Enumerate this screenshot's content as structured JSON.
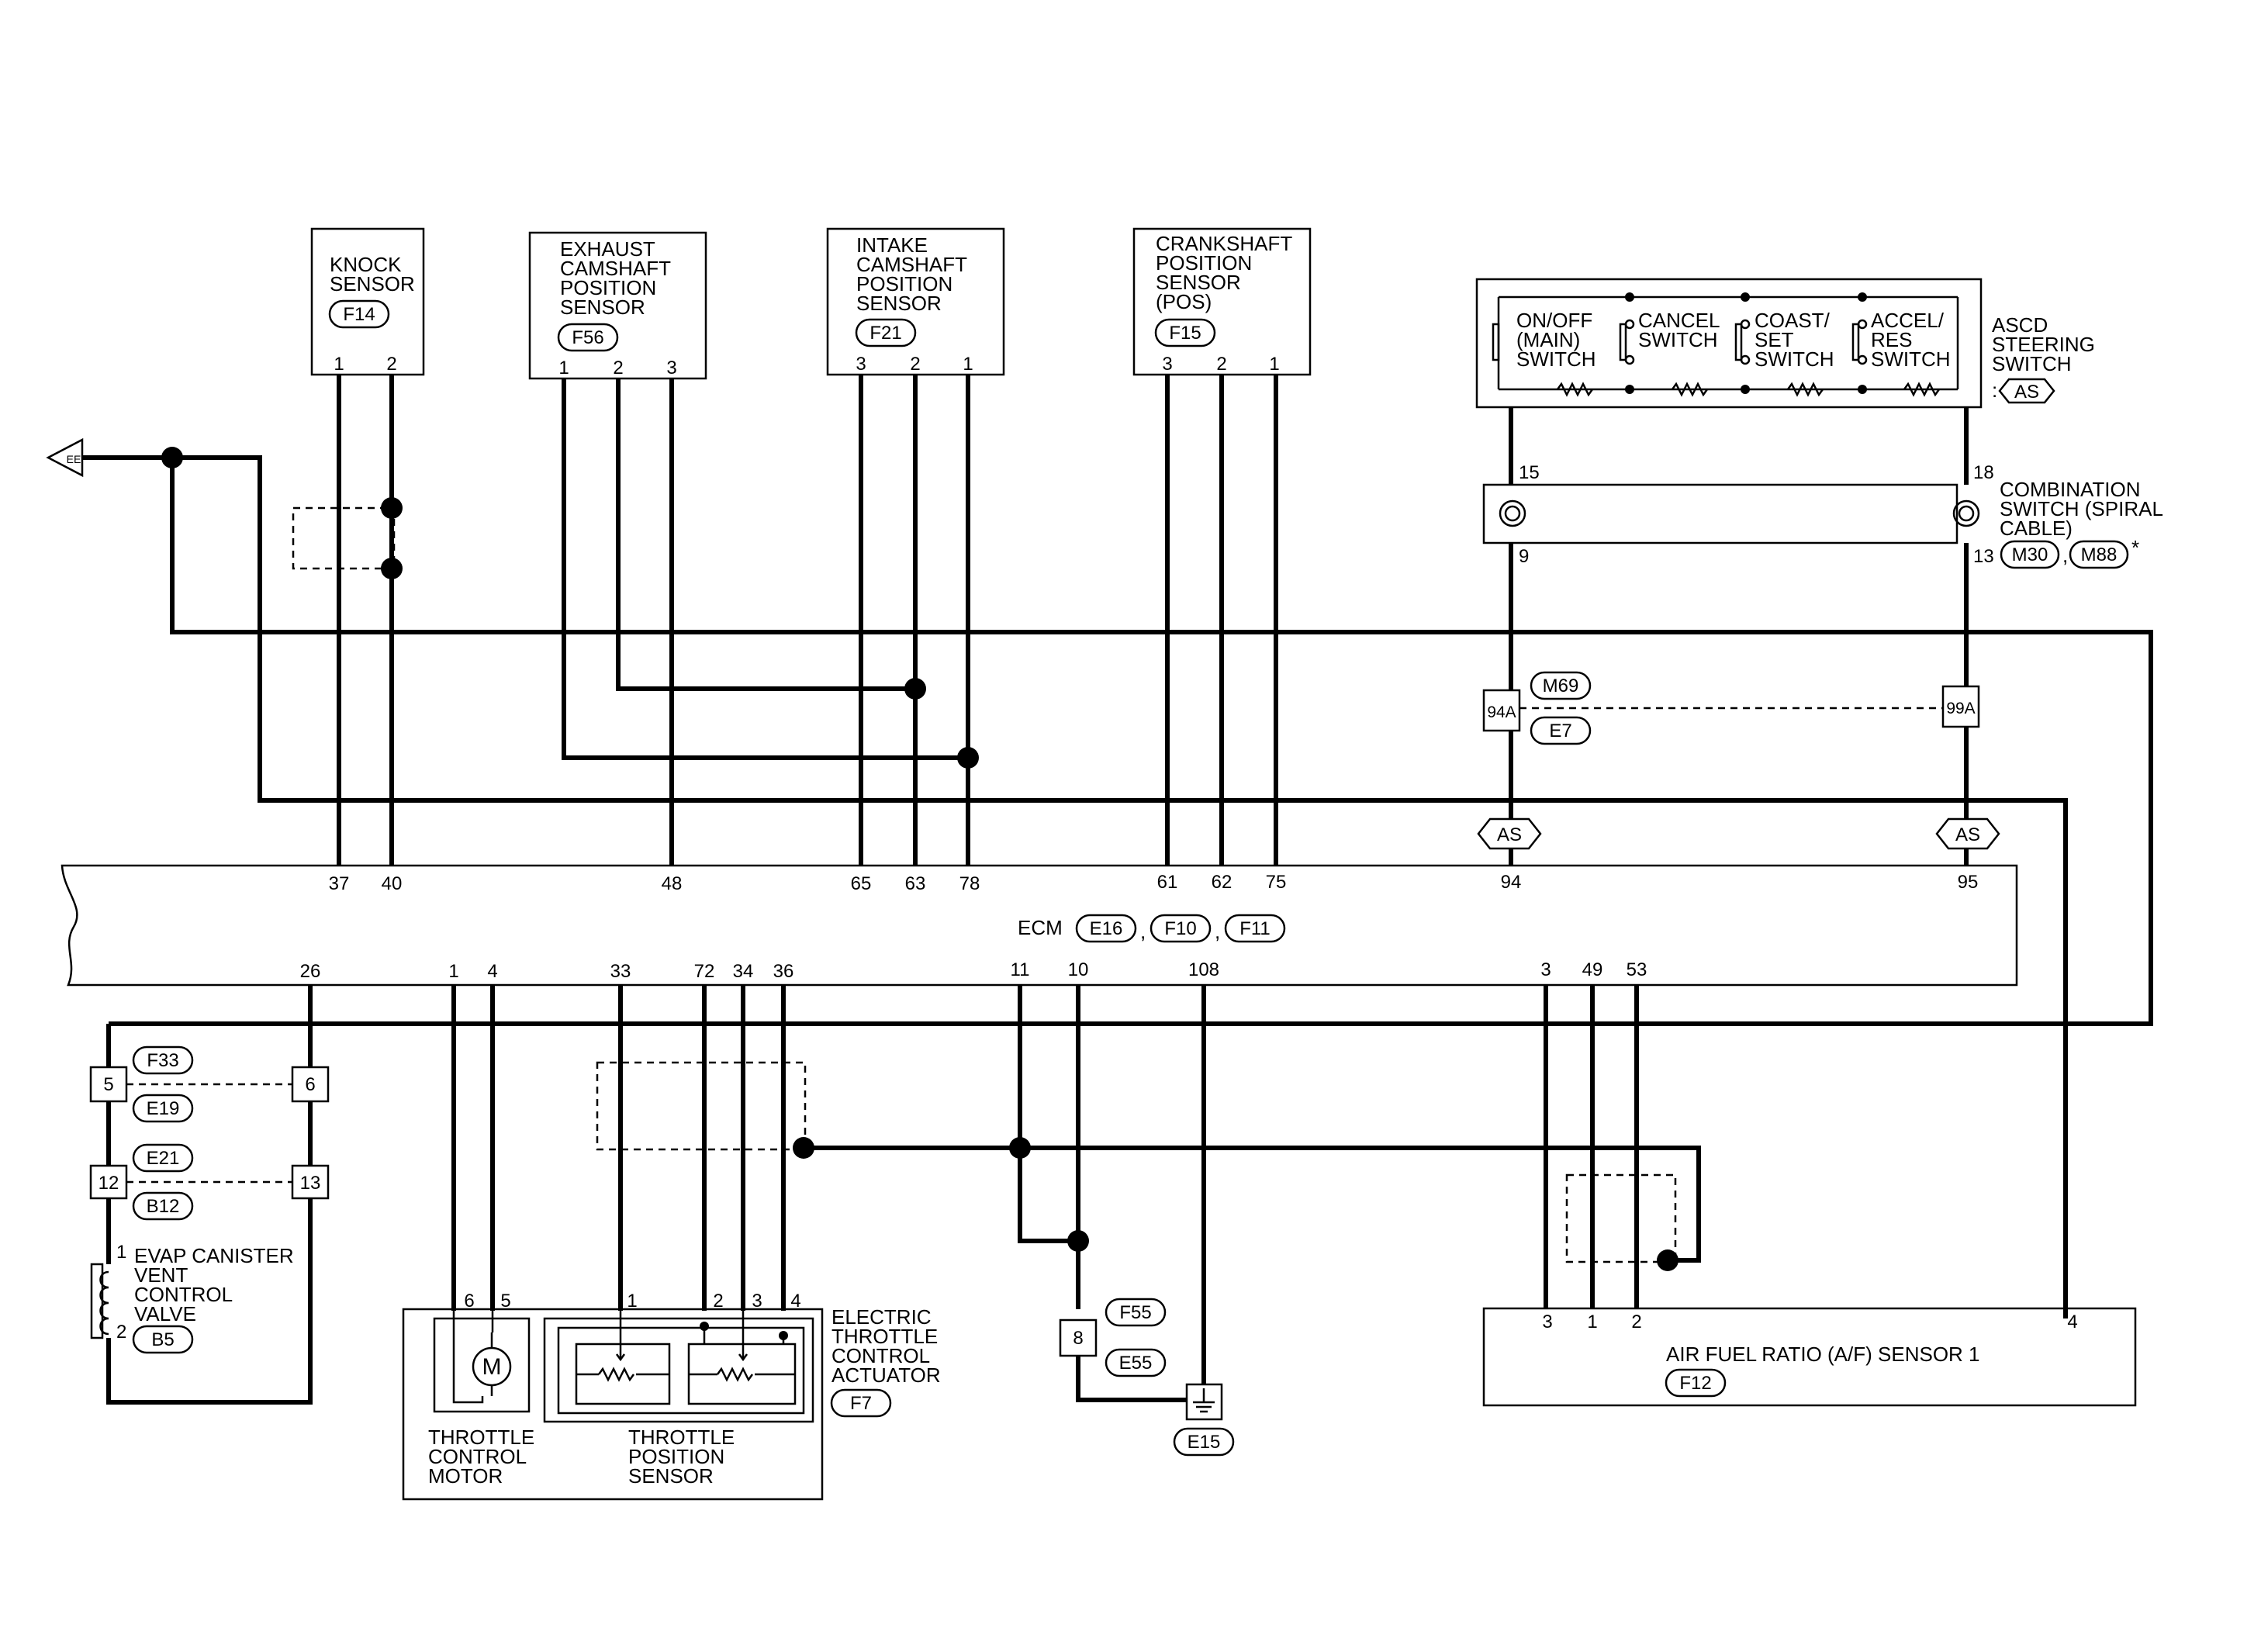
{
  "components": {
    "knock_sensor": {
      "name": [
        "KNOCK",
        "SENSOR"
      ],
      "connector": "F14",
      "pins": [
        "1",
        "2"
      ]
    },
    "exhaust_cam": {
      "name": [
        "EXHAUST",
        "CAMSHAFT",
        "POSITION",
        "SENSOR"
      ],
      "connector": "F56",
      "pins": [
        "1",
        "2",
        "3"
      ]
    },
    "intake_cam": {
      "name": [
        "INTAKE",
        "CAMSHAFT",
        "POSITION",
        "SENSOR"
      ],
      "connector": "F21",
      "pins": [
        "3",
        "2",
        "1"
      ]
    },
    "crank": {
      "name": [
        "CRANKSHAFT",
        "POSITION",
        "SENSOR",
        "(POS)"
      ],
      "connector": "F15",
      "pins": [
        "3",
        "2",
        "1"
      ]
    },
    "ascd": {
      "name": [
        "ASCD",
        "STEERING",
        "SWITCH"
      ],
      "connector_prefix": ":",
      "connector": "AS",
      "switches": [
        [
          "ON/OFF",
          "(MAIN)",
          "SWITCH"
        ],
        [
          "CANCEL",
          "SWITCH"
        ],
        [
          "COAST/",
          "SET",
          "SWITCH"
        ],
        [
          "ACCEL/",
          "RES",
          "SWITCH"
        ]
      ]
    },
    "combo_switch": {
      "name": [
        "COMBINATION",
        "SWITCH (SPIRAL",
        "CABLE)"
      ],
      "pins_top": [
        "15",
        "18"
      ],
      "pins_bottom": [
        "9",
        "13"
      ],
      "connectors": [
        "M30",
        "M88"
      ],
      "sep": ",",
      "note_mark": "*"
    },
    "joint_connector": {
      "left": "94A",
      "right": "99A",
      "top": "M69",
      "bottom": "E7"
    },
    "ecm": {
      "label": "ECM",
      "connectors": [
        "E16",
        "F10",
        "F11"
      ],
      "sep": ",",
      "top_pins": [
        "37",
        "40",
        "48",
        "65",
        "63",
        "78",
        "61",
        "62",
        "75",
        "94",
        "95"
      ],
      "bottom_pins": [
        "26",
        "1",
        "4",
        "33",
        "72",
        "34",
        "36",
        "11",
        "10",
        "108",
        "3",
        "49",
        "53"
      ],
      "as_tags": [
        "AS",
        "AS"
      ]
    },
    "evap": {
      "name": [
        "EVAP CANISTER",
        "VENT",
        "CONTROL",
        "VALVE"
      ],
      "connector": "B5",
      "pins": [
        "1",
        "2"
      ],
      "jc1": {
        "left": "5",
        "right": "6",
        "top": "F33",
        "bottom": "E19"
      },
      "jc2": {
        "left": "12",
        "right": "13",
        "top": "E21",
        "bottom": "B12"
      }
    },
    "throttle": {
      "name": [
        "ELECTRIC",
        "THROTTLE",
        "CONTROL",
        "ACTUATOR"
      ],
      "connector": "F7",
      "motor_label": [
        "THROTTLE",
        "CONTROL",
        "MOTOR"
      ],
      "motor_symbol": "M",
      "sensor_label": [
        "THROTTLE",
        "POSITION",
        "SENSOR"
      ],
      "pins": [
        "6",
        "5",
        "1",
        "2",
        "3",
        "4"
      ]
    },
    "ground_jc": {
      "pin": "8",
      "top": "F55",
      "bottom": "E55",
      "ground": "E15"
    },
    "af_sensor": {
      "name": "AIR FUEL RATIO (A/F) SENSOR 1",
      "connector": "F12",
      "pins": [
        "3",
        "1",
        "2",
        "4"
      ]
    },
    "ee_tag": "EE"
  }
}
